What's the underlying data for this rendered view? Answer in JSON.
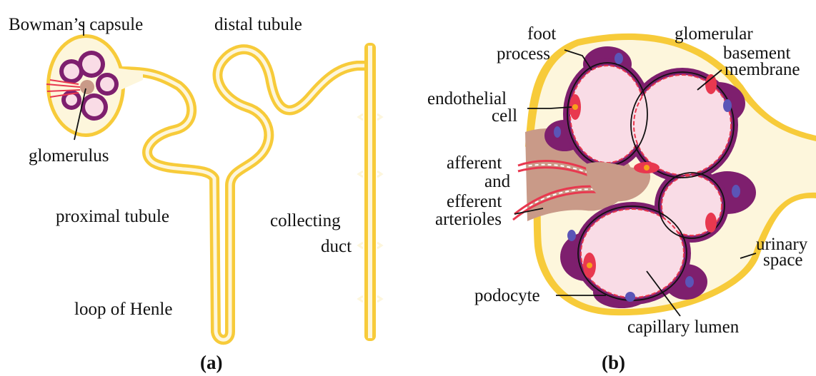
{
  "panel_a": {
    "caption": "(a)",
    "labels": {
      "bowmans_capsule": "Bowman’s capsule",
      "glomerulus": "glomerulus",
      "proximal_tubule": "proximal tubule",
      "loop_of_henle": "loop of Henle",
      "distal_tubule": "distal tubule",
      "collecting_duct_line1": "collecting",
      "collecting_duct_line2": "duct"
    }
  },
  "panel_b": {
    "caption": "(b)",
    "labels": {
      "foot_process_line1": "foot",
      "foot_process_line2": "process",
      "glomerular_bm_line1": "glomerular",
      "glomerular_bm_line2": "basement",
      "glomerular_bm_line3": "membrane",
      "endothelial_cell_line1": "endothelial",
      "endothelial_cell_line2": "cell",
      "arterioles_line1": "afferent",
      "arterioles_line2": "and",
      "arterioles_line3": "efferent",
      "arterioles_line4": "arterioles",
      "urinary_space_line1": "urinary",
      "urinary_space_line2": "space",
      "podocyte": "podocyte",
      "capillary_lumen": "capillary lumen"
    }
  },
  "colors": {
    "tubule_wall": "#f7cb3a",
    "filtrate": "#fdf6dc",
    "capillary": "#f9dce6",
    "podocyte": "#7e1f6e",
    "endothelium": "#e8384f",
    "arteriole_tissue": "#c99a88",
    "nucleus": "#5b55b7"
  }
}
